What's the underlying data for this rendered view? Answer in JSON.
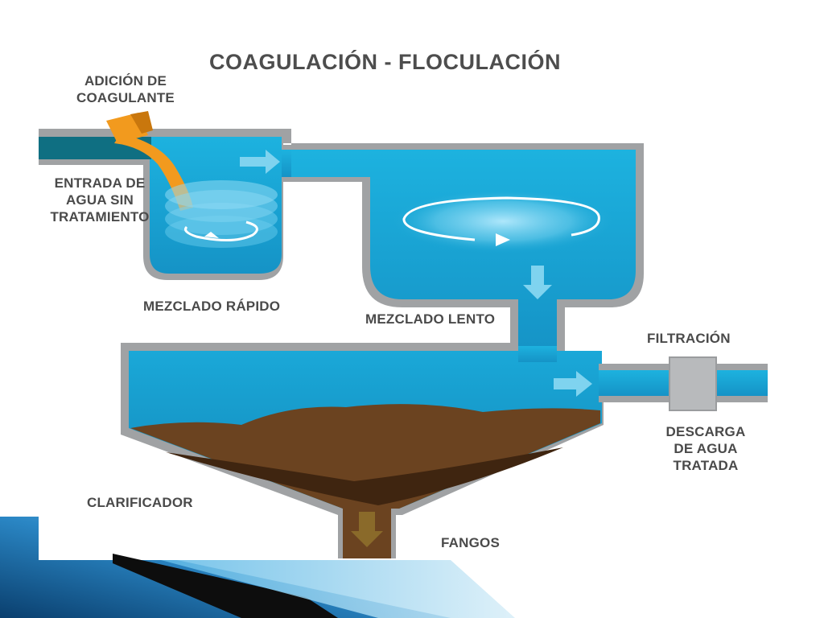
{
  "diagram": {
    "title": "COAGULACIÓN - FLOCULACIÓN",
    "labels": {
      "coagulant_addition": [
        "ADICIÓN DE",
        "COAGULANTE"
      ],
      "raw_water_inlet": [
        "ENTRADA DE",
        "AGUA SIN",
        "TRATAMIENTO"
      ],
      "rapid_mixing": "MEZCLADO RÁPIDO",
      "slow_mixing": "MEZCLADO LENTO",
      "filtration": "FILTRACIÓN",
      "treated_water_discharge": [
        "DESCARGA",
        "DE AGUA",
        "TRATADA"
      ],
      "clarifier": "CLARIFICADOR",
      "sludge": "FANGOS"
    },
    "colors": {
      "water": "#1aa6d4",
      "water_light": "#7dd3ef",
      "pipe_wall": "#a0a2a4",
      "coagulant": "#f29a1e",
      "sludge": "#6b4320",
      "sludge_dark": "#3f2510"
    }
  }
}
